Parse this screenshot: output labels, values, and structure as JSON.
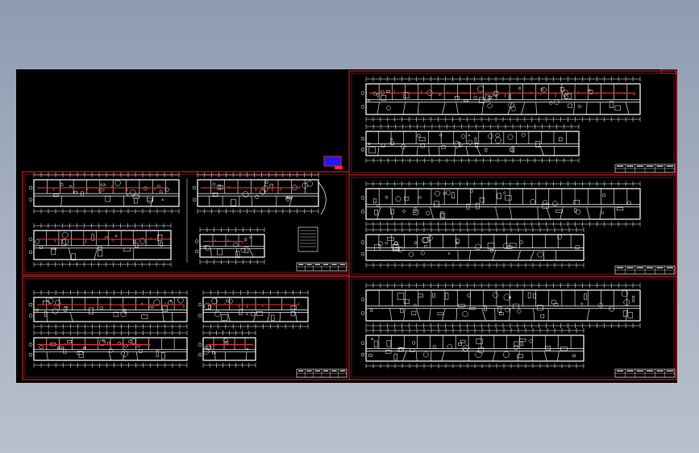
{
  "viewport": {
    "background": "#000000",
    "frame_color": "#e0242f",
    "line_color": "#ffffff",
    "accent_color": "#ff2a2a",
    "title_block_color": "#1a1aff"
  },
  "drawing": {
    "type": "cad-floor-plan-layout",
    "sheet_count": 5,
    "sheets": [
      {
        "id": "sheet-top-right",
        "plan_count": 2
      },
      {
        "id": "sheet-mid-left",
        "plan_count": 4
      },
      {
        "id": "sheet-mid-right",
        "plan_count": 2
      },
      {
        "id": "sheet-bottom-left",
        "plan_count": 4
      },
      {
        "id": "sheet-bottom-right",
        "plan_count": 2
      }
    ]
  }
}
